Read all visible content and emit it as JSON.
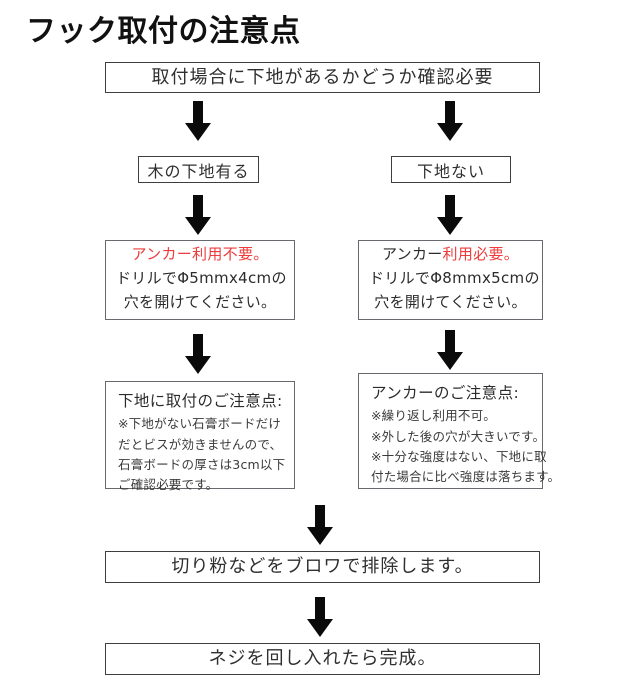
{
  "page": {
    "title": "フック取付の注意点",
    "background": "#ffffff",
    "text_color": "#2b2b2b",
    "accent_red": "#ee3b3b",
    "border_color": "#666a6e"
  },
  "flow": {
    "start_box": {
      "label": "取付場合に下地があるかどうか確認必要"
    },
    "branches": [
      {
        "key": "wood-base",
        "condition": "木の下地有る",
        "instruction": {
          "line1_red": "アンカー利用不要。",
          "line1_black": "",
          "line2": "ドリルでΦ5mmx4cmの",
          "line3": "穴を開けてください。"
        },
        "notes": {
          "heading": "下地に取付のご注意点:",
          "lines": [
            "※下地がない石膏ボードだけ",
            "だとビスが効きませんので、",
            "石膏ボードの厚さは3cm以下",
            "ご確認必要です。"
          ]
        }
      },
      {
        "key": "no-base",
        "condition": "下地ない",
        "instruction": {
          "line1_black": "アンカー",
          "line1_red": "利用必要。",
          "line2": "ドリルでΦ8mmx5cmの",
          "line3": "穴を開けてください。"
        },
        "notes": {
          "heading": "アンカーのご注意点:",
          "lines": [
            "※繰り返し利用不可。",
            "※外した後の穴が大きいです。",
            "※十分な強度はない、下地に取",
            "付た場合に比べ強度は落ちます。"
          ]
        }
      }
    ],
    "blow_box": {
      "label": "切り粉などをブロワで排除します。"
    },
    "final_box": {
      "label": "ネジを回し入れたら完成。"
    },
    "arrows": [
      {
        "name": "arrow-start-to-wood"
      },
      {
        "name": "arrow-start-to-nobase"
      },
      {
        "name": "arrow-wood-to-instruction"
      },
      {
        "name": "arrow-nobase-to-instruction"
      },
      {
        "name": "arrow-instruction-to-notes-left"
      },
      {
        "name": "arrow-instruction-to-notes-right"
      },
      {
        "name": "arrow-notes-to-blow"
      },
      {
        "name": "arrow-blow-to-final"
      }
    ]
  }
}
